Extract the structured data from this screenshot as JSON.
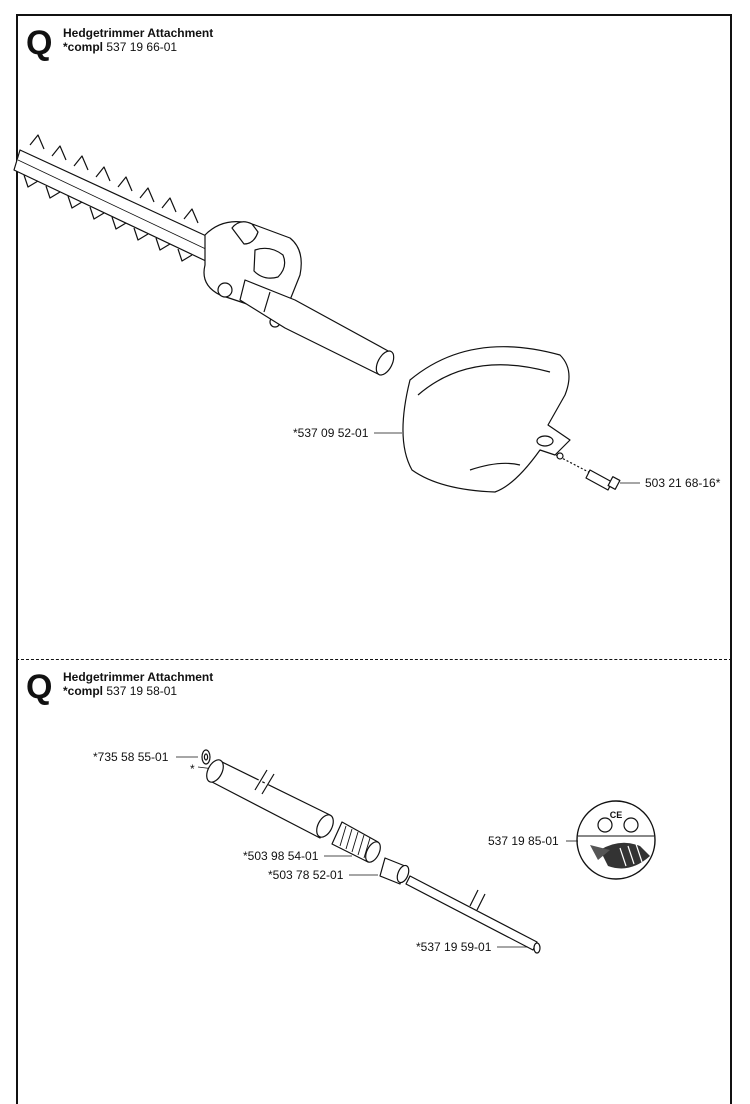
{
  "sections": [
    {
      "letter": "Q",
      "title": "Hedgetrimmer Attachment",
      "compl_prefix": "*compl",
      "compl_number": "537 19 66-01"
    },
    {
      "letter": "Q",
      "title": "Hedgetrimmer Attachment",
      "compl_prefix": "*compl",
      "compl_number": "537 19 58-01"
    }
  ],
  "parts": {
    "guard": "*537 09 52-01",
    "screw": "503 21 68-16*",
    "washer": "*735 58 55-01",
    "asterisk_mark": "*",
    "bushing": "*503 98 54-01",
    "nut": "*503 78 52-01",
    "decal": "537 19 85-01",
    "drive_shaft": "*537 19 59-01"
  },
  "decal": {
    "ce_mark": "CE"
  }
}
